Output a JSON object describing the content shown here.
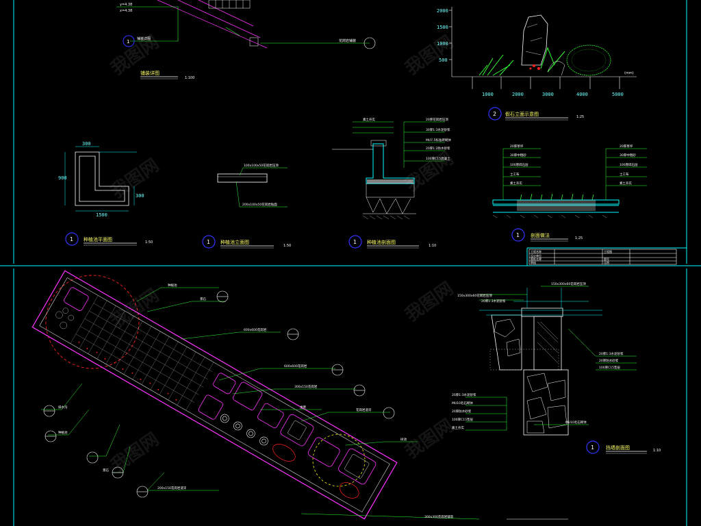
{
  "titles": {
    "paving_detail": "铺装详图",
    "paving_detail_scale": "1:100",
    "rock_elev": "假石立面示意图",
    "rock_elev_scale": "1:25",
    "planter_plan": "种植池平面图",
    "planter_plan_scale": "1:50",
    "planter_elev": "种植池立面图",
    "planter_elev_scale": "1:50",
    "planter_section": "种植池剖面图",
    "planter_section_scale": "1:10",
    "grass_section": "剖面做法",
    "grass_section_scale": "1:25",
    "wall_section": "挡墙剖面图",
    "wall_section_scale": "1:10"
  },
  "markers": {
    "m1": "1",
    "m2": "2"
  },
  "rock_axis": {
    "y_ticks": [
      "2000",
      "1500",
      "1000",
      "500"
    ],
    "x_ticks": [
      "1000",
      "2000",
      "3000",
      "4000",
      "5000"
    ],
    "unit": "(mm)"
  },
  "planter_plan_dims": {
    "top": "300",
    "left": "900",
    "bottom": "1500",
    "right": "300"
  },
  "callouts": {
    "elev_top": "100x100x50花岗岩压顶",
    "elev_bottom": "200x100x50花岗岩贴面",
    "sec_1": "20厚花岗岩压顶",
    "sec_2": "30厚1:3水泥砂浆",
    "sec_3": "MU7.5标准砖砌体",
    "sec_4": "20厚1:2防水砂浆",
    "sec_5": "100厚C15混凝土",
    "sec_6": "素土夯实",
    "grass_1": "20厚草坪",
    "grass_2": "30厚中粗砂",
    "grass_3": "100厚碎石层",
    "grass_4": "土工布",
    "grass_5": "素土夯实",
    "wall_1": "150x300x60花岗岩压顶",
    "wall_2": "20厚1:3水泥砂浆",
    "wall_3": "MU10毛石砌体",
    "wall_4": "20厚防水砂浆",
    "wall_5": "100厚C15垫层",
    "wall_6": "素土夯实",
    "plan_1": "600x600花岗岩",
    "plan_2": "600x600花岗岩",
    "plan_3": "300x150花岗岩",
    "plan_4": "种植池",
    "plan_5": "景石",
    "plan_6": "坐凳",
    "plan_7": "花岗岩道牙",
    "plan_8": "树池",
    "plan_9": "排水沟",
    "plan_10": "200x150花岗岩道牙",
    "plan_11": "300x300花岗岩铺装",
    "top_1": "y=4.38",
    "top_2": "x=4.38",
    "top_3": "铺装详图",
    "top_4": "花岗岩铺装"
  },
  "table": {
    "r1c1": "工程名称",
    "r1c2": "工程图",
    "r2c1": "设计单位",
    "r3c1": "图纸名称",
    "r3c2": "图号",
    "r4c1": "审核",
    "r4c2": "比例"
  },
  "watermark": "我图网",
  "colors": {
    "background": "#000000",
    "cyan": "#00ffff",
    "white": "#ffffff",
    "magenta": "#ff33ff",
    "green": "#33ff33",
    "red": "#ff2020",
    "blue": "#3333ff",
    "yellow": "#ffff00"
  }
}
